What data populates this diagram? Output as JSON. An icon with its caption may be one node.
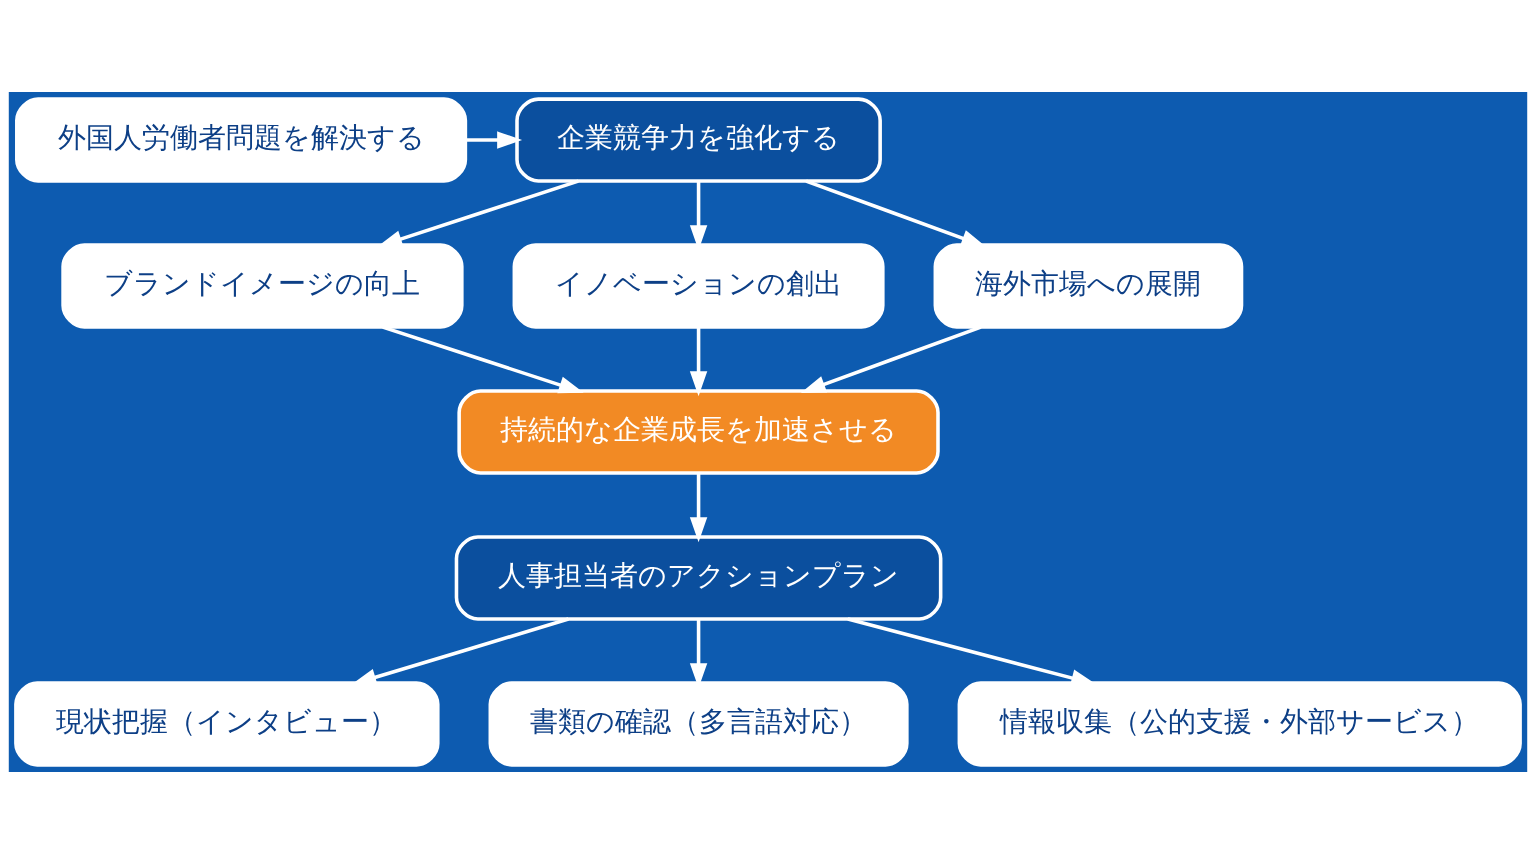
{
  "diagram": {
    "nodes": [
      {
        "text": [
          "外国人労働者問題を解決する"
        ]
      },
      {
        "text": [
          "企業競争力を強化する"
        ]
      },
      {
        "text": [
          "ブランドイメージの向上"
        ]
      },
      {
        "text": [
          "イノベーションの創出"
        ]
      },
      {
        "text": [
          "海外市場への展開"
        ]
      },
      {
        "text": [
          "持続的な企業成長を加速させる"
        ]
      },
      {
        "text": [
          "人事担当者のアクションプラン"
        ]
      },
      {
        "text": [
          "現状把握（インタビュー）"
        ]
      },
      {
        "text": [
          "書類の確認（多言語対応）"
        ]
      },
      {
        "text": [
          "情報収集（公的支援・外部サービス）"
        ]
      }
    ],
    "edges": [
      {
        "from": 0,
        "to": 1,
        "arrow": "to"
      },
      {
        "from": 1,
        "to": 2,
        "arrow": "to"
      },
      {
        "from": 1,
        "to": 3,
        "arrow": "to"
      },
      {
        "from": 1,
        "to": 4,
        "arrow": "to"
      },
      {
        "from": 2,
        "to": 5,
        "arrow": "to"
      },
      {
        "from": 3,
        "to": 5,
        "arrow": "to"
      },
      {
        "from": 4,
        "to": 5,
        "arrow": "to"
      },
      {
        "from": 5,
        "to": 6,
        "arrow": "to"
      },
      {
        "from": 6,
        "to": 7,
        "arrow": "to"
      },
      {
        "from": 6,
        "to": 8,
        "arrow": "to"
      },
      {
        "from": 6,
        "to": 9,
        "arrow": "to"
      }
    ]
  }
}
